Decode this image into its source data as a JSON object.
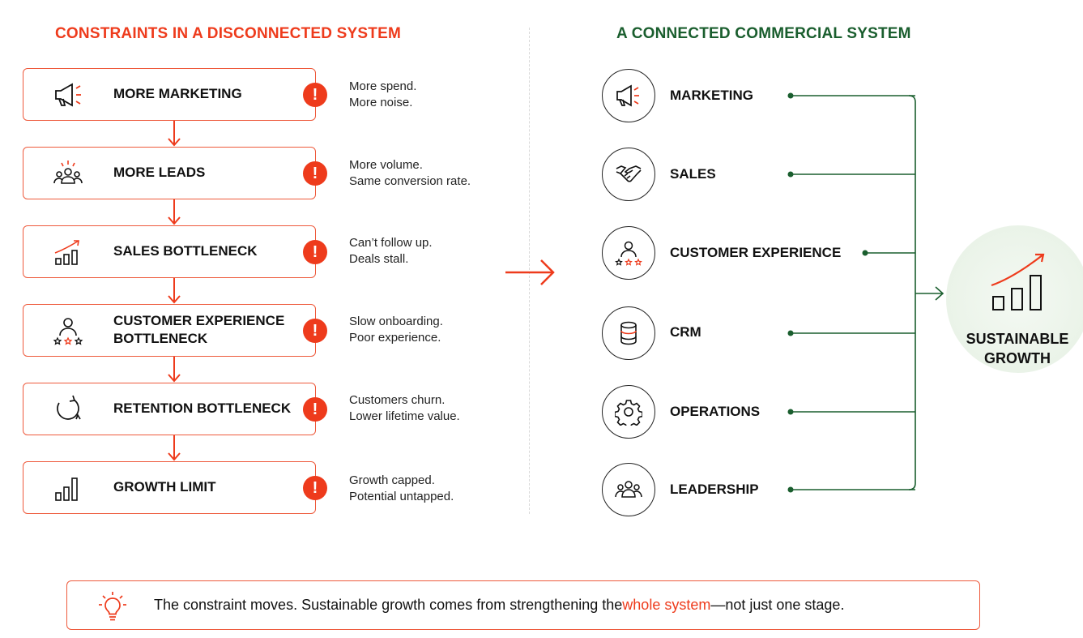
{
  "headings": {
    "left": "CONSTRAINTS IN A DISCONNECTED SYSTEM",
    "right": "A CONNECTED COMMERCIAL SYSTEM"
  },
  "constraints": [
    {
      "title": "MORE MARKETING",
      "icon": "megaphone-icon",
      "note1": "More spend.",
      "note2": "More noise.",
      "badge": "!"
    },
    {
      "title": "MORE LEADS",
      "icon": "people-icon",
      "note1": "More volume.",
      "note2": "Same conversion rate.",
      "badge": "!"
    },
    {
      "title": "SALES BOTTLENECK",
      "icon": "bar-chart-arrow-icon",
      "note1": "Can’t follow up.",
      "note2": "Deals stall.",
      "badge": "!"
    },
    {
      "title": "CUSTOMER EXPERIENCE BOTTLENECK",
      "icon": "customer-rating-icon",
      "note1": "Slow onboarding.",
      "note2": "Poor experience.",
      "badge": "!"
    },
    {
      "title": "RETENTION BOTTLENECK",
      "icon": "refresh-cycle-icon",
      "note1": "Customers churn.",
      "note2": "Lower lifetime value.",
      "badge": "!"
    },
    {
      "title": "GROWTH LIMIT",
      "icon": "bar-chart-icon",
      "note1": "Growth capped.",
      "note2": "Potential untapped.",
      "badge": "!"
    }
  ],
  "connected": [
    {
      "label": "MARKETING",
      "icon": "megaphone-icon"
    },
    {
      "label": "SALES",
      "icon": "handshake-icon"
    },
    {
      "label": "CUSTOMER EXPERIENCE",
      "icon": "customer-rating-icon"
    },
    {
      "label": "CRM",
      "icon": "database-icon"
    },
    {
      "label": "OPERATIONS",
      "icon": "gear-icon"
    },
    {
      "label": "LEADERSHIP",
      "icon": "team-icon"
    }
  ],
  "goal": {
    "line1": "SUSTAINABLE",
    "line2": "GROWTH",
    "icon": "growth-chart-icon"
  },
  "footer": {
    "before": "The constraint moves. Sustainable growth comes from strengthening the ",
    "highlight": "whole system",
    "after": "—not just one stage.",
    "icon": "lightbulb-icon"
  },
  "colors": {
    "accent": "#ee3b1c",
    "green": "#1a5e2e",
    "text": "#111111"
  }
}
